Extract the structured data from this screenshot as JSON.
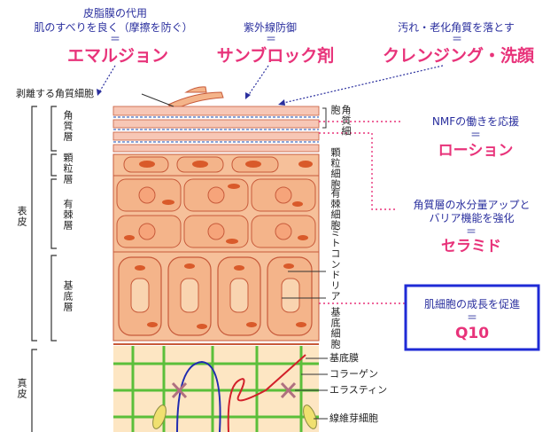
{
  "top": {
    "sebum_label": "皮脂膜の代用",
    "sebum_desc": "肌のすべりを良く（摩擦を防ぐ）",
    "uv_label": "紫外線防御",
    "cleanse_label": "汚れ・老化角質を落とす",
    "eq": "＝",
    "emulsion": "エマルジョン",
    "sunblock": "サンブロック剤",
    "cleansing": "クレンジング・洗顔"
  },
  "left": {
    "peeling": "剥離する角質細胞",
    "epidermis": "表皮",
    "dermis": "真皮",
    "stratum_corneum": "角質層",
    "granular": "顆粒層",
    "spinous": "有棘層",
    "basal": "基底層"
  },
  "right_labels": {
    "corneocyte": "角質細胞",
    "granular_cell": "顆粒細胞",
    "spinous_cell": "有棘細胞",
    "mitochondria": "ミトコンドリア",
    "basal_cell": "基底細胞",
    "basement_membrane": "基底膜",
    "collagen": "コラーゲン",
    "elastin": "エラスティン",
    "fibroblast": "線維芽細胞"
  },
  "callouts": {
    "nmf_desc": "NMFの働きを応援",
    "lotion": "ローション",
    "ceramide_desc_1": "角質層の水分量アップと",
    "ceramide_desc_2": "バリア機能を強化",
    "ceramide": "セラミド",
    "q10_desc": "肌細胞の成長を促進",
    "q10": "Q10"
  },
  "colors": {
    "accent_pink": "#e8337a",
    "label_blue": "#2a2f9e",
    "highlight_box": "#1f2bd6",
    "skin_fill": "#f4b48a",
    "dermis_fill": "#fde6c3",
    "fiber_green": "#5bbf3a",
    "dotted_pink": "#e8337a"
  }
}
